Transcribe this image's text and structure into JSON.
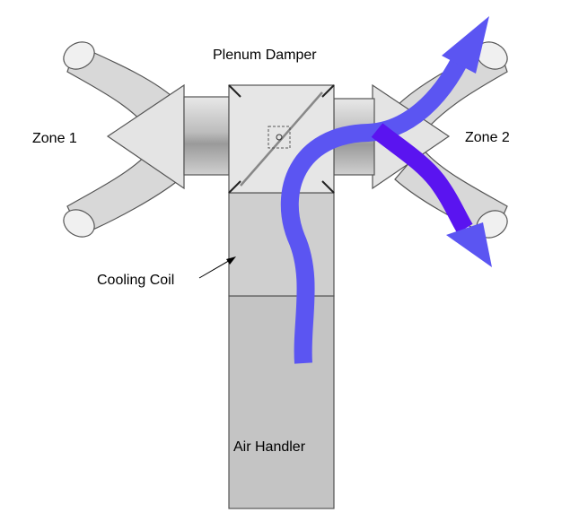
{
  "labels": {
    "plenum_damper": "Plenum Damper",
    "zone_1": "Zone 1",
    "zone_2": "Zone 2",
    "cooling_coil": "Cooling Coil",
    "air_handler": "Air Handler"
  },
  "colors": {
    "duct_fill": "#d9d9d9",
    "duct_stroke": "#555555",
    "coil_fill": "#cfcfcf",
    "handler_fill": "#c4c4c4",
    "box_fill": "#e6e6e6",
    "airflow_main": "#5b55f2",
    "airflow_secondary": "#5a14f0"
  }
}
